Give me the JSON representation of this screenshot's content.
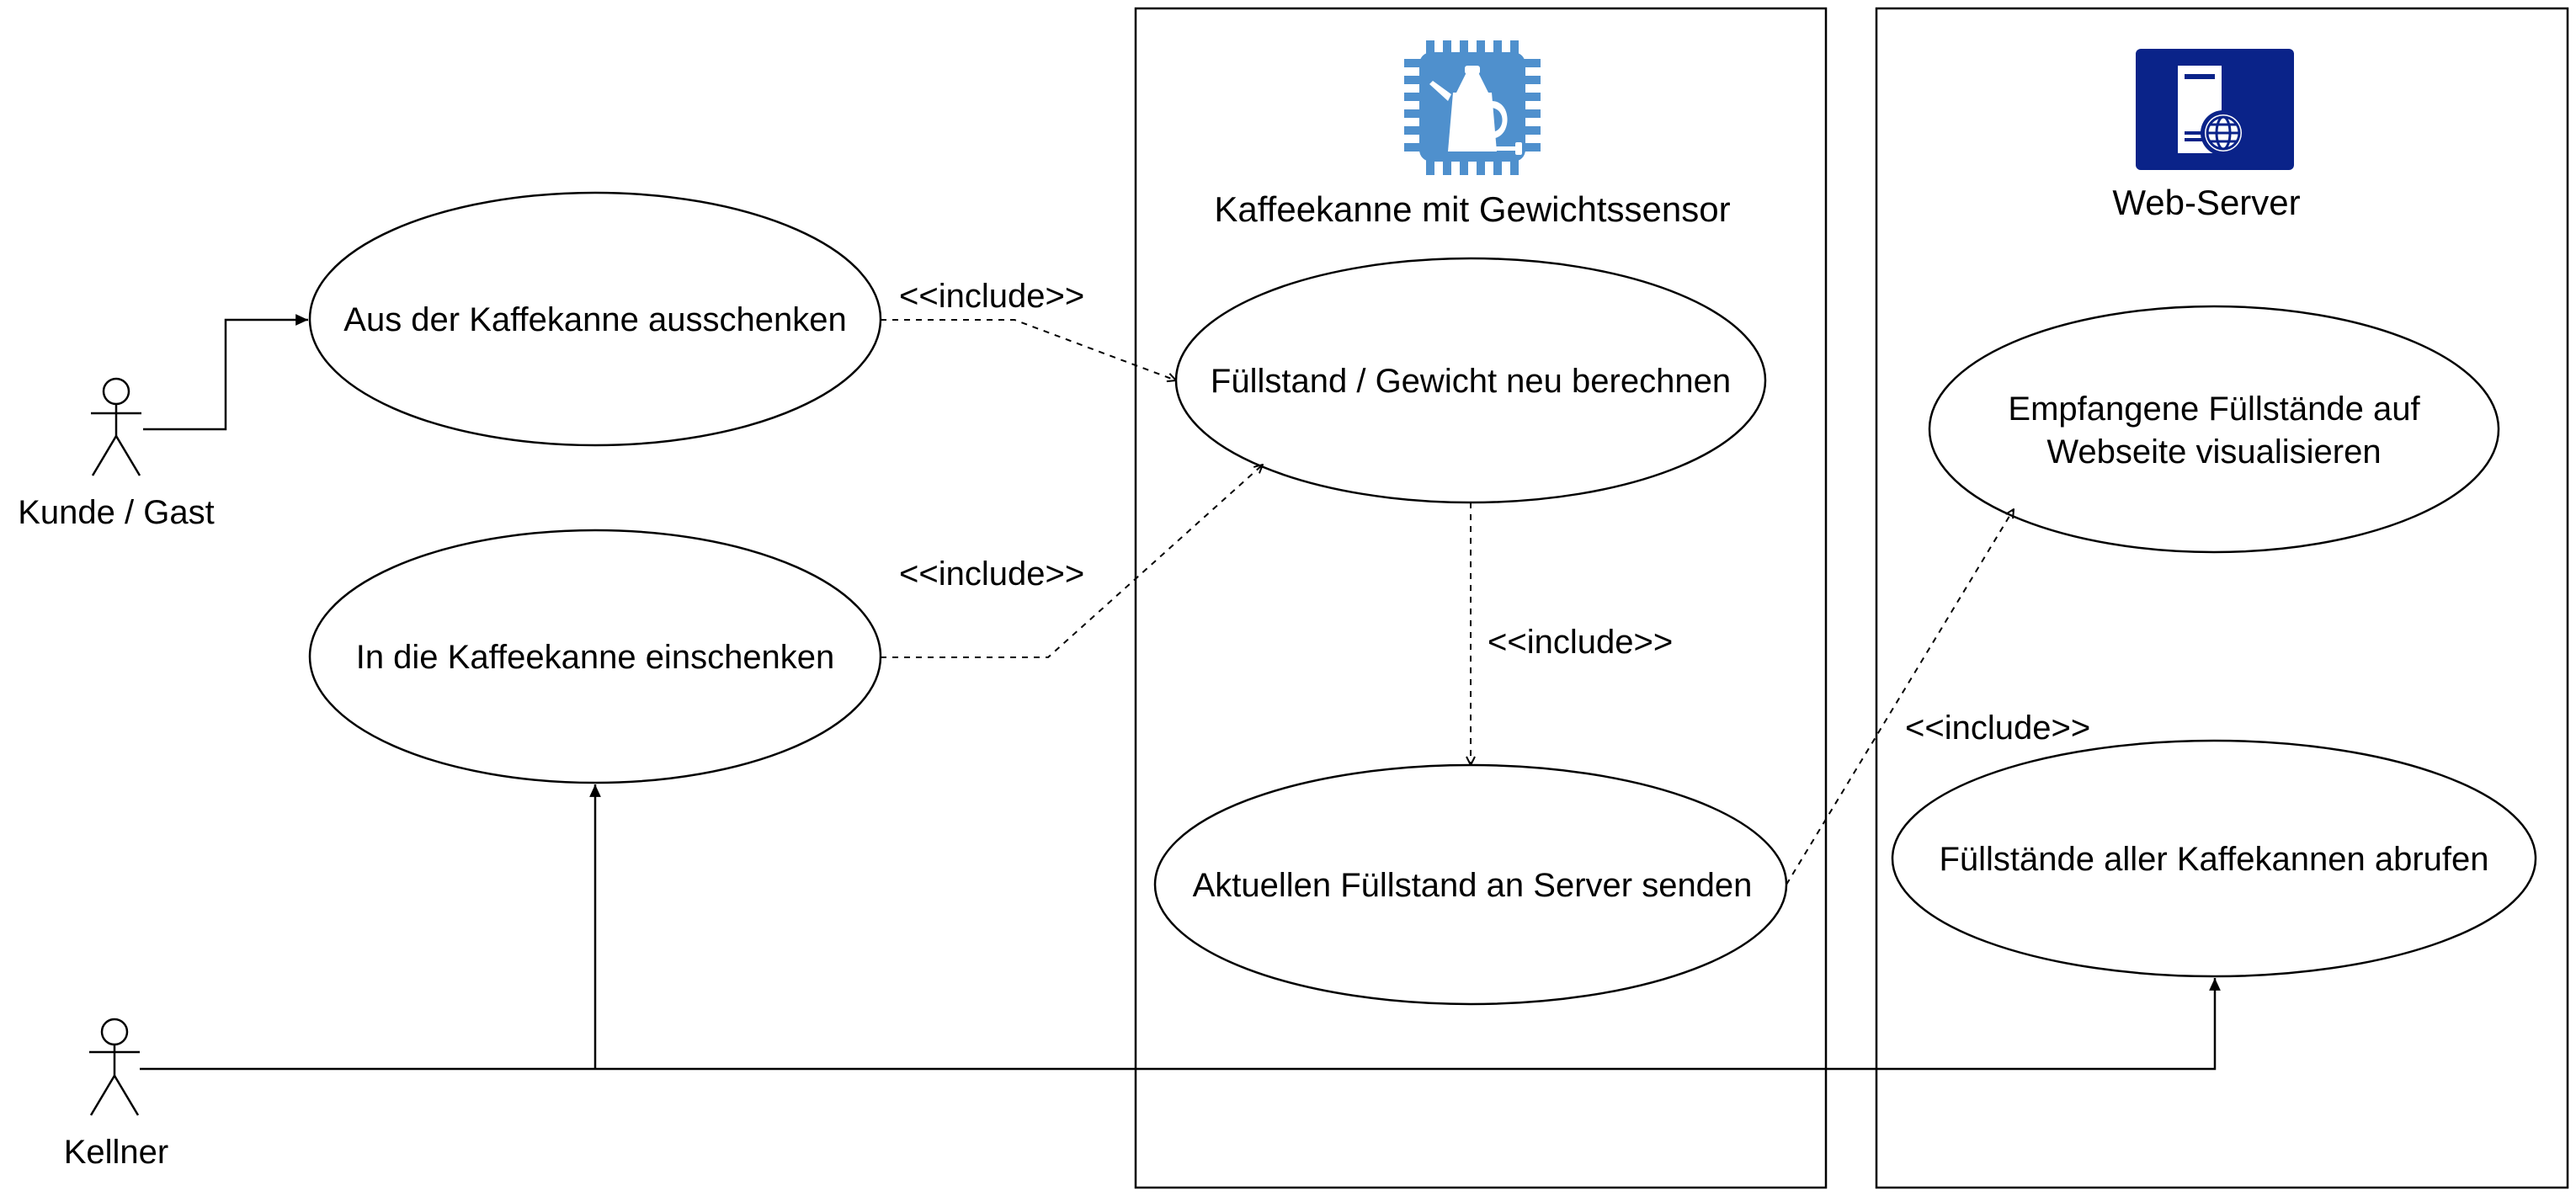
{
  "actors": {
    "customer": "Kunde / Gast",
    "waiter": "Kellner"
  },
  "systems": {
    "coffeepot": {
      "title": "Kaffeekanne mit Gewichtssensor",
      "icon": "coffeepot-chip-icon",
      "icon_color": "#4F90CD"
    },
    "webserver": {
      "title": "Web-Server",
      "icon": "web-server-icon",
      "icon_color": "#0A2389"
    }
  },
  "use_cases": {
    "pour_out": "Aus der Kaffekanne ausschenken",
    "pour_in": "In die Kaffeekanne einschenken",
    "recalc": "Füllstand / Gewicht neu berechnen",
    "send": "Aktuellen Füllstand an Server senden",
    "visualize_line1": "Empfangene Füllstände auf",
    "visualize_line2": "Webseite visualisieren",
    "fetch": "Füllstände aller Kaffekannen abrufen"
  },
  "relations": {
    "include_1": "<<include>>",
    "include_2": "<<include>>",
    "include_3": "<<include>>",
    "include_4": "<<include>>"
  }
}
